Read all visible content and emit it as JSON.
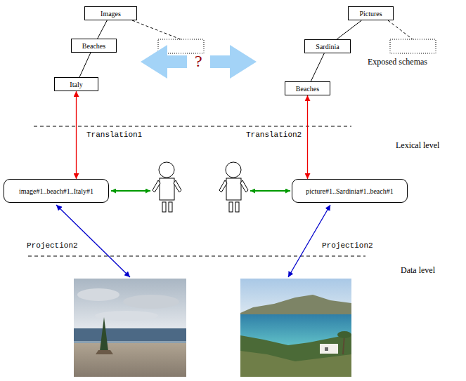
{
  "diagram": {
    "nodes": [
      {
        "text": [
          "Images"
        ]
      },
      {
        "text": [
          "Beaches"
        ]
      },
      {
        "text": [
          "Italy"
        ]
      },
      {
        "text": [
          "Pictures"
        ]
      },
      {
        "text": [
          "Sardinia"
        ]
      },
      {
        "text": [
          "Beaches"
        ]
      },
      {
        "text": [
          "image#1..beach#1..Italy#1"
        ]
      },
      {
        "text": [
          "picture#1..Sardinia#1..beach#1"
        ]
      }
    ],
    "edges": [
      {
        "from": 0,
        "to": 1,
        "arrow": "none"
      },
      {
        "from": 1,
        "to": 2,
        "arrow": "none"
      },
      {
        "from": 3,
        "to": 4,
        "arrow": "none"
      },
      {
        "from": 4,
        "to": 5,
        "arrow": "none"
      },
      {
        "from": 2,
        "to": 6,
        "arrow": "both",
        "label": "Translation1"
      },
      {
        "from": 5,
        "to": 7,
        "arrow": "both",
        "label": "Translation2"
      }
    ],
    "labels": [
      "?",
      "Exposed schemas",
      "Lexical level",
      "Projection2",
      "Projection2",
      "Data level"
    ]
  }
}
